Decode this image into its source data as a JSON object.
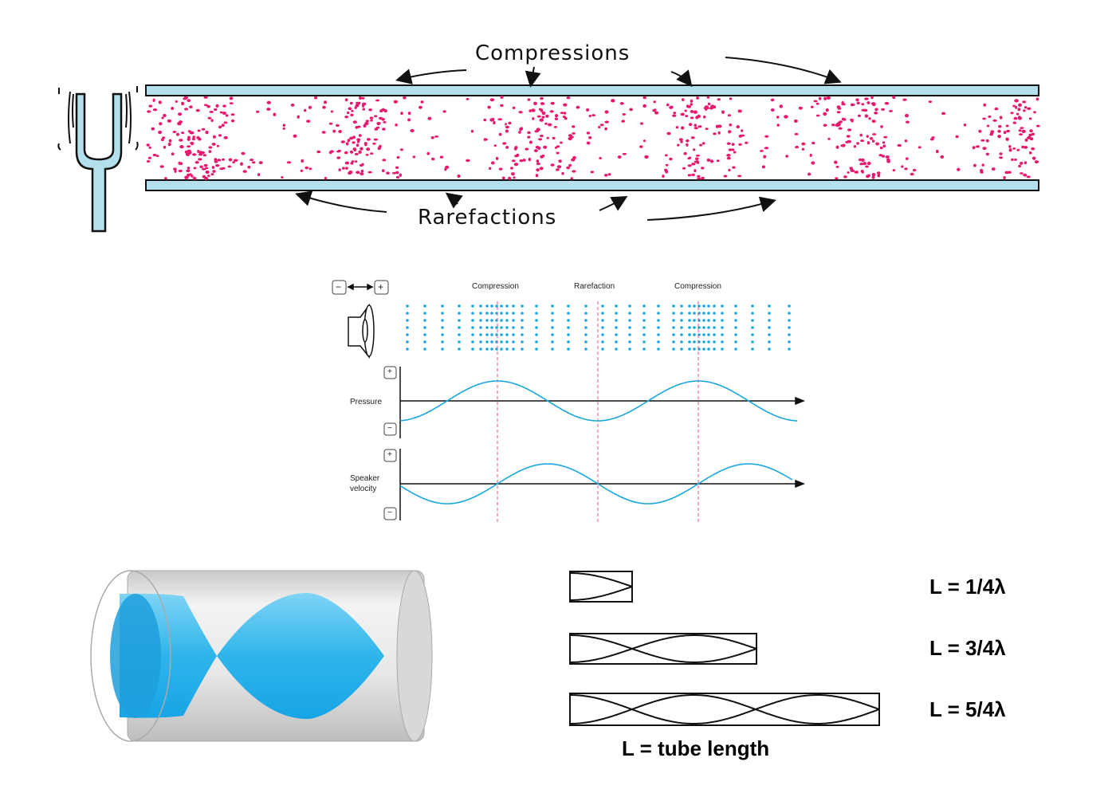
{
  "panel1": {
    "label_top": "Compressions",
    "label_bottom": "Rarefactions",
    "particle_color": "#e8186e",
    "tube_color": "#b3e0ec",
    "compression_zones": 6
  },
  "panel2": {
    "labels": [
      "Compression",
      "Rarefaction",
      "Compression"
    ],
    "minus_sign": "−",
    "plus_sign": "+",
    "pressure_label": "Pressure",
    "velocity_label_1": "Speaker",
    "velocity_label_2": "velocity",
    "wave_color": "#1aa7e0",
    "dot_color": "#1aa7e0",
    "marker_color": "#e8509a"
  },
  "panel3": {
    "tube_labels": [
      "L = 1/4λ",
      "L = 3/4λ",
      "L = 5/4λ"
    ],
    "caption": "L = tube length",
    "quarter_wavelengths": [
      1,
      3,
      5
    ],
    "fill_color": "#2fb4ea"
  }
}
